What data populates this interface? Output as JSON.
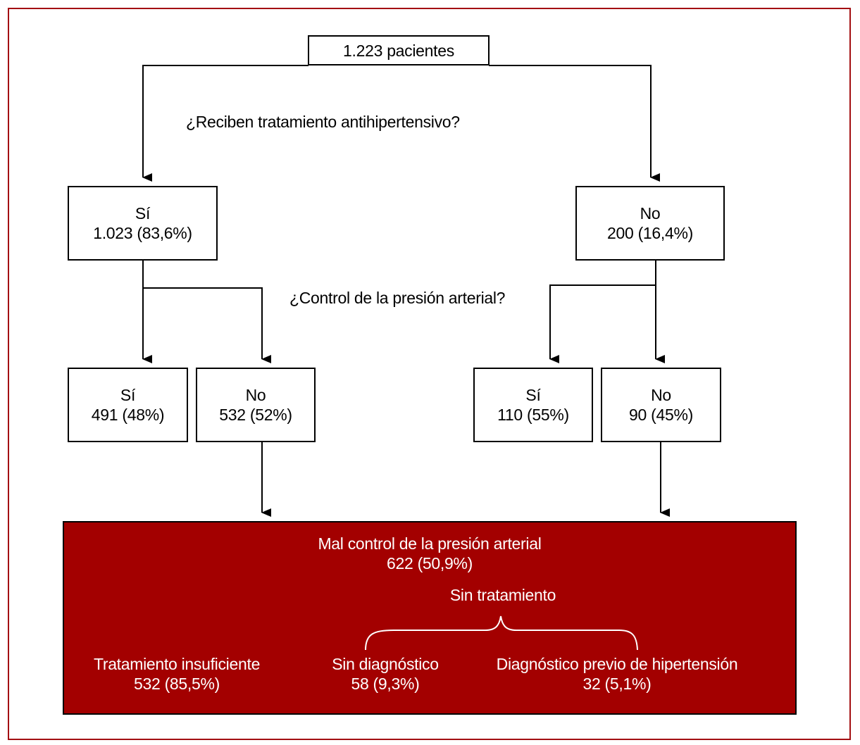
{
  "root": {
    "label": "1.223 pacientes"
  },
  "question_treatment": "¿Reciben tratamiento antihipertensivo?",
  "question_control": "¿Control de la presión arterial?",
  "treated": {
    "answer": "Sí",
    "count": "1.023 (83,6%)"
  },
  "untreated": {
    "answer": "No",
    "count": "200 (16,4%)"
  },
  "treated_controlled": {
    "answer": "Sí",
    "count": "491 (48%)"
  },
  "treated_uncontrolled": {
    "answer": "No",
    "count": "532 (52%)"
  },
  "untreated_controlled": {
    "answer": "Sí",
    "count": "110 (55%)"
  },
  "untreated_uncontrolled": {
    "answer": "No",
    "count": "90 (45%)"
  },
  "poor_control": {
    "title": "Mal control de la presión arterial",
    "count": "622 (50,9%)",
    "without_treatment_label": "Sin tratamiento",
    "insufficient": {
      "label": "Tratamiento insuficiente",
      "count": "532 (85,5%)"
    },
    "undiagnosed": {
      "label": "Sin diagnóstico",
      "count": "58 (9,3%)"
    },
    "diagnosed": {
      "label": "Diagnóstico previo de hipertensión",
      "count": "32 (5,1%)"
    }
  },
  "colors": {
    "frame": "#a30f12",
    "result_fill": "#a30000",
    "text_on_fill": "#ffffff"
  }
}
